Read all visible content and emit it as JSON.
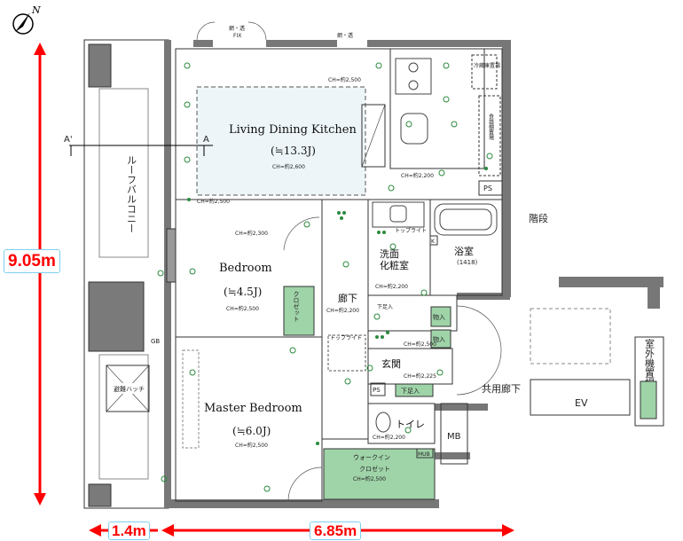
{
  "compass": {
    "label": "N"
  },
  "dimensions": {
    "height": "9.05m",
    "width_balcony": "1.4m",
    "width_unit": "6.85m"
  },
  "rooms": {
    "ldk": {
      "name": "Living Dining Kitchen",
      "size": "(≒13.3J)",
      "ch": "CH=約2,600"
    },
    "bedroom": {
      "name": "Bedroom",
      "size": "(≒4.5J)",
      "ch": "CH=約2,500"
    },
    "master": {
      "name": "Master Bedroom",
      "size": "(≒6.0J)",
      "ch": "CH=約2,500"
    },
    "washroom": {
      "name": "洗面\n化粧室",
      "ch": "CH=約2,200"
    },
    "bath": {
      "name": "浴室",
      "size": "(1418)"
    },
    "hallway": {
      "name": "廊下",
      "ch": "CH=約2,200"
    },
    "entrance": {
      "name": "玄関",
      "ch": "CH=約2,225"
    },
    "toilet": {
      "name": "トイレ",
      "ch": "CH=約2,200"
    },
    "walkin": {
      "name": "ウォークイン\nクロゼット",
      "ch": "CH=約2,500"
    }
  },
  "labels": {
    "roof_balcony": "ルーフバルコニー",
    "stairs": "階段",
    "common_corridor": "共用廊下",
    "outdoor_unit": "室外機置場",
    "ev": "EV",
    "mb": "MB",
    "ps": "PS",
    "closet": "クロゼット",
    "storage": "物入",
    "shoes": "下足入",
    "fridge": "冷蔵庫置場",
    "dishwasher": "食器棚置場",
    "skylight": "トップライト",
    "section_a": "A",
    "section_a2": "A'",
    "fix_window": "網・透\nFIX",
    "net_transparent": "網・透",
    "evac_hatch": "避難ハッチ",
    "gb": "GB",
    "ch_2500": "CH=約2,500",
    "ch_2300": "CH=約2,300",
    "ch_2200": "CH=約2,200",
    "mub": "MUB",
    "k_mark": "K"
  }
}
